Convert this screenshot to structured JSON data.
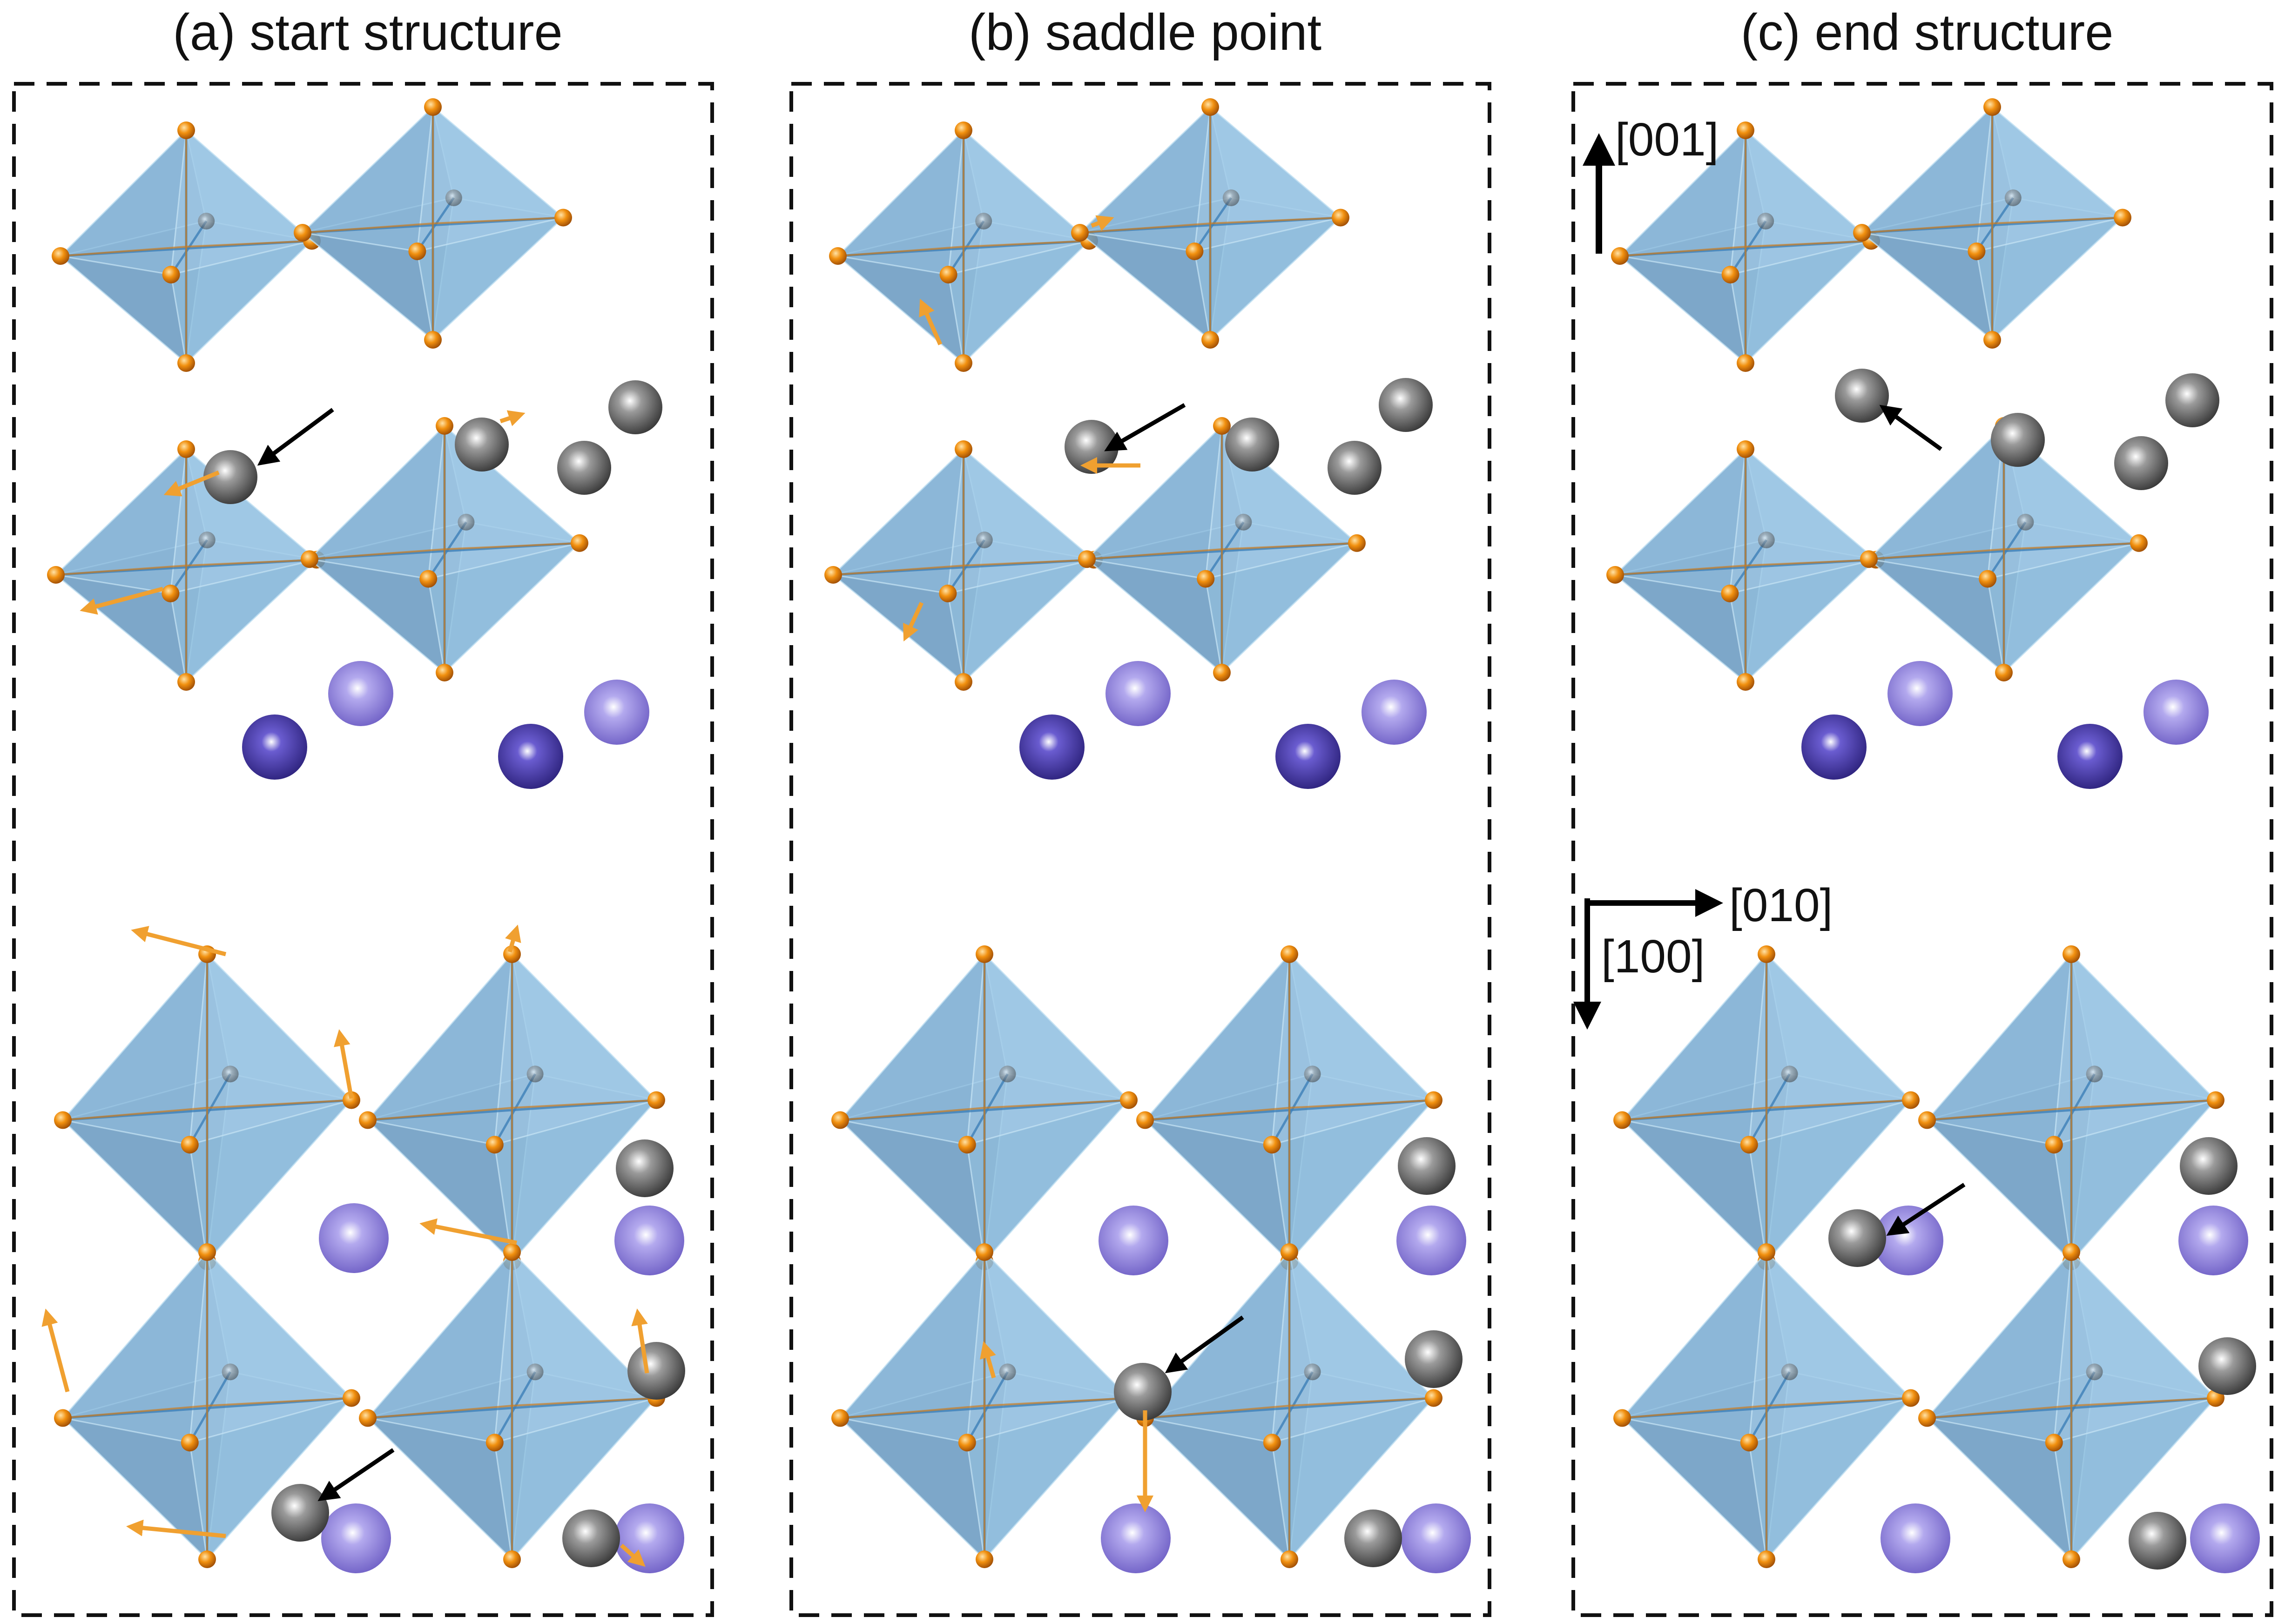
{
  "figure": {
    "panels": [
      {
        "id": "a",
        "title": "(a) start structure"
      },
      {
        "id": "b",
        "title": "(b) saddle point"
      },
      {
        "id": "c",
        "title": "(c) end structure"
      }
    ],
    "axes": {
      "vertical_001": "[001]",
      "horizontal_010": "[010]",
      "down_100": "[100]"
    },
    "colors": {
      "octahedron": "#6fa6cf",
      "oxygen": "#e8860f",
      "grey_atom": "#6b6b6b",
      "purple_atom_light": "#8b7fd6",
      "purple_atom_dark": "#3c2f95",
      "displacement_arrow": "#f0a030",
      "migration_arrow": "#000000",
      "frame": "#111111"
    }
  }
}
